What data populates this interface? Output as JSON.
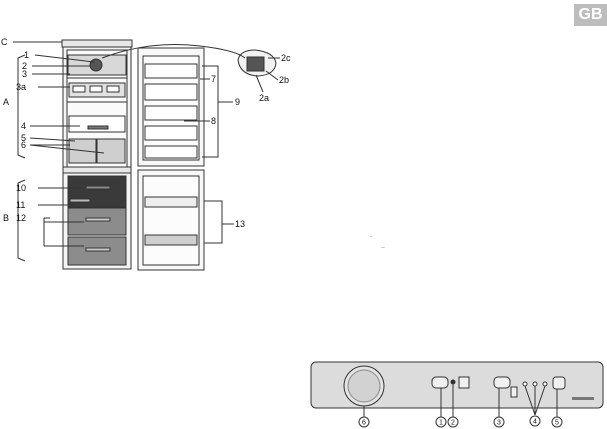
{
  "page_tab": "GB",
  "fridge_labels": {
    "c": "C",
    "n1": "1",
    "n2": "2",
    "n3": "3",
    "n3a": "3a",
    "sectionA": "A",
    "n4": "4",
    "n5": "5",
    "n6": "6",
    "sectionB": "B",
    "n10": "10",
    "n11": "11",
    "n12": "12",
    "n7": "7",
    "n8": "8",
    "n9": "9",
    "n13": "13",
    "n2c": "2c",
    "n2b": "2b",
    "n2a": "2a"
  },
  "stray_marks": {
    "m1": ".",
    "m2": ".."
  },
  "panel_labels": {
    "p6": "6",
    "p1": "1",
    "p2": "2",
    "p3": "3",
    "p4": "4",
    "p5": "5"
  },
  "colors": {
    "line": "#333333",
    "panel_fill": "#dcdcdc",
    "dark_drawer": "#3a3a3a",
    "mid_drawer": "#8c8c8c",
    "light_shelf": "#cfcfcf"
  }
}
